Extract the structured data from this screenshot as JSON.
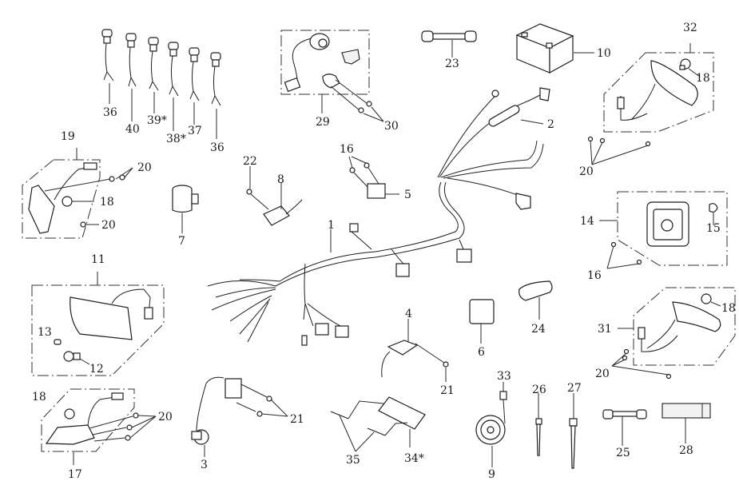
{
  "diagram": {
    "title": "Electrical system exploded parts diagram",
    "style": {
      "line_color": "#1e1e1e",
      "background": "#ffffff"
    },
    "callouts": [
      {
        "id": "c36a",
        "text": "36",
        "part": "indicator-bulb-socket-wire"
      },
      {
        "id": "c40",
        "text": "40",
        "part": "indicator-bulb-socket-wire"
      },
      {
        "id": "c39",
        "text": "39*",
        "part": "indicator-bulb-socket-wire"
      },
      {
        "id": "c38",
        "text": "38*",
        "part": "indicator-bulb-socket-wire"
      },
      {
        "id": "c37",
        "text": "37",
        "part": "indicator-bulb-socket-wire"
      },
      {
        "id": "c36b",
        "text": "36",
        "part": "indicator-bulb-socket-wire"
      },
      {
        "id": "c29",
        "text": "29",
        "part": "ignition-switch-set"
      },
      {
        "id": "c30",
        "text": "30",
        "part": "screw"
      },
      {
        "id": "c23",
        "text": "23",
        "part": "fuse-holder"
      },
      {
        "id": "c10",
        "text": "10",
        "part": "battery"
      },
      {
        "id": "c32",
        "text": "32",
        "part": "rear-turn-signal-right"
      },
      {
        "id": "c18a",
        "text": "18",
        "part": "bulb"
      },
      {
        "id": "c20a",
        "text": "20",
        "part": "screw"
      },
      {
        "id": "c2",
        "text": "2",
        "part": "fuse-wire"
      },
      {
        "id": "c19",
        "text": "19",
        "part": "front-turn-signal-left"
      },
      {
        "id": "c20b",
        "text": "20",
        "part": "screw"
      },
      {
        "id": "c18b",
        "text": "18",
        "part": "bulb"
      },
      {
        "id": "c20c",
        "text": "20",
        "part": "screw"
      },
      {
        "id": "c7",
        "text": "7",
        "part": "horn-relay"
      },
      {
        "id": "c22",
        "text": "22",
        "part": "bolt"
      },
      {
        "id": "c8",
        "text": "8",
        "part": "regulator-rectifier"
      },
      {
        "id": "c16a",
        "text": "16",
        "part": "screw"
      },
      {
        "id": "c5",
        "text": "5",
        "part": "starter-relay"
      },
      {
        "id": "c14",
        "text": "14",
        "part": "tail-light-assembly"
      },
      {
        "id": "c15",
        "text": "15",
        "part": "tail-bulb"
      },
      {
        "id": "c16b",
        "text": "16",
        "part": "screw"
      },
      {
        "id": "c1",
        "text": "1",
        "part": "main-wire-harness"
      },
      {
        "id": "c11",
        "text": "11",
        "part": "headlight-assembly"
      },
      {
        "id": "c13",
        "text": "13",
        "part": "position-bulb"
      },
      {
        "id": "c12",
        "text": "12",
        "part": "headlight-bulb"
      },
      {
        "id": "c4",
        "text": "4",
        "part": "cdi-unit"
      },
      {
        "id": "c6",
        "text": "6",
        "part": "flasher-relay"
      },
      {
        "id": "c24",
        "text": "24",
        "part": "handle-switch-cover"
      },
      {
        "id": "c31",
        "text": "31",
        "part": "rear-turn-signal-left"
      },
      {
        "id": "c18c",
        "text": "18",
        "part": "bulb"
      },
      {
        "id": "c20d",
        "text": "20",
        "part": "screw"
      },
      {
        "id": "c21a",
        "text": "21",
        "part": "screw"
      },
      {
        "id": "c18d",
        "text": "18",
        "part": "bulb"
      },
      {
        "id": "c20e",
        "text": "20",
        "part": "screw"
      },
      {
        "id": "c17",
        "text": "17",
        "part": "front-turn-signal-right"
      },
      {
        "id": "c21b",
        "text": "21",
        "part": "screw"
      },
      {
        "id": "c3",
        "text": "3",
        "part": "ignition-coil"
      },
      {
        "id": "c35",
        "text": "35",
        "part": "bolt"
      },
      {
        "id": "c34",
        "text": "34*",
        "part": "plate"
      },
      {
        "id": "c33",
        "text": "33",
        "part": "horn-nut"
      },
      {
        "id": "c9",
        "text": "9",
        "part": "horn"
      },
      {
        "id": "c26",
        "text": "26",
        "part": "cable-tie-short"
      },
      {
        "id": "c27",
        "text": "27",
        "part": "cable-tie-long"
      },
      {
        "id": "c25",
        "text": "25",
        "part": "fuse-holder-small"
      },
      {
        "id": "c28",
        "text": "28",
        "part": "fuse-box"
      }
    ]
  }
}
